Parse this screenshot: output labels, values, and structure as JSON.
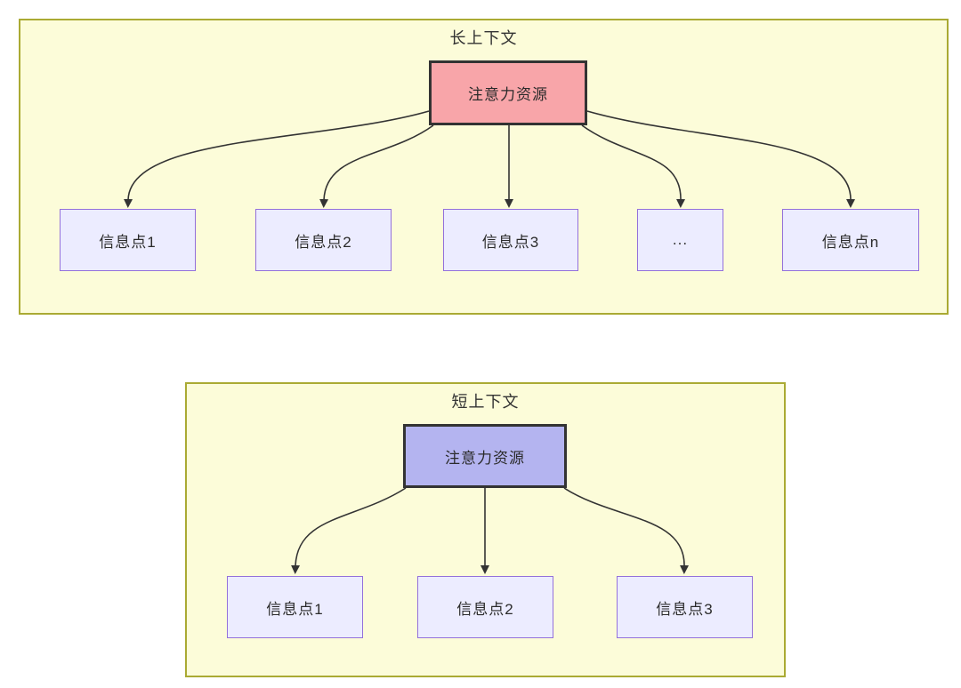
{
  "page": {
    "background": "#ffffff"
  },
  "colors": {
    "group_fill": "#fcfcd9",
    "group_border": "#aaaa33",
    "attention_long_fill": "#f8a5a9",
    "attention_short_fill": "#b4b4f0",
    "root_border": "#333333",
    "info_fill": "#ececff",
    "info_border": "#9370db",
    "edge_color": "#333333",
    "text_color": "#333333"
  },
  "groups": [
    {
      "title": "长上下文",
      "root": {
        "label": "注意力资源"
      },
      "children": [
        {
          "label": "信息点1"
        },
        {
          "label": "信息点2"
        },
        {
          "label": "信息点3"
        },
        {
          "label": "..."
        },
        {
          "label": "信息点n"
        }
      ],
      "edges": [
        {
          "from": "注意力资源",
          "to": "信息点1"
        },
        {
          "from": "注意力资源",
          "to": "信息点2"
        },
        {
          "from": "注意力资源",
          "to": "信息点3"
        },
        {
          "from": "注意力资源",
          "to": "..."
        },
        {
          "from": "注意力资源",
          "to": "信息点n"
        }
      ]
    },
    {
      "title": "短上下文",
      "root": {
        "label": "注意力资源"
      },
      "children": [
        {
          "label": "信息点1"
        },
        {
          "label": "信息点2"
        },
        {
          "label": "信息点3"
        }
      ],
      "edges": [
        {
          "from": "注意力资源",
          "to": "信息点1"
        },
        {
          "from": "注意力资源",
          "to": "信息点2"
        },
        {
          "from": "注意力资源",
          "to": "信息点3"
        }
      ]
    }
  ]
}
